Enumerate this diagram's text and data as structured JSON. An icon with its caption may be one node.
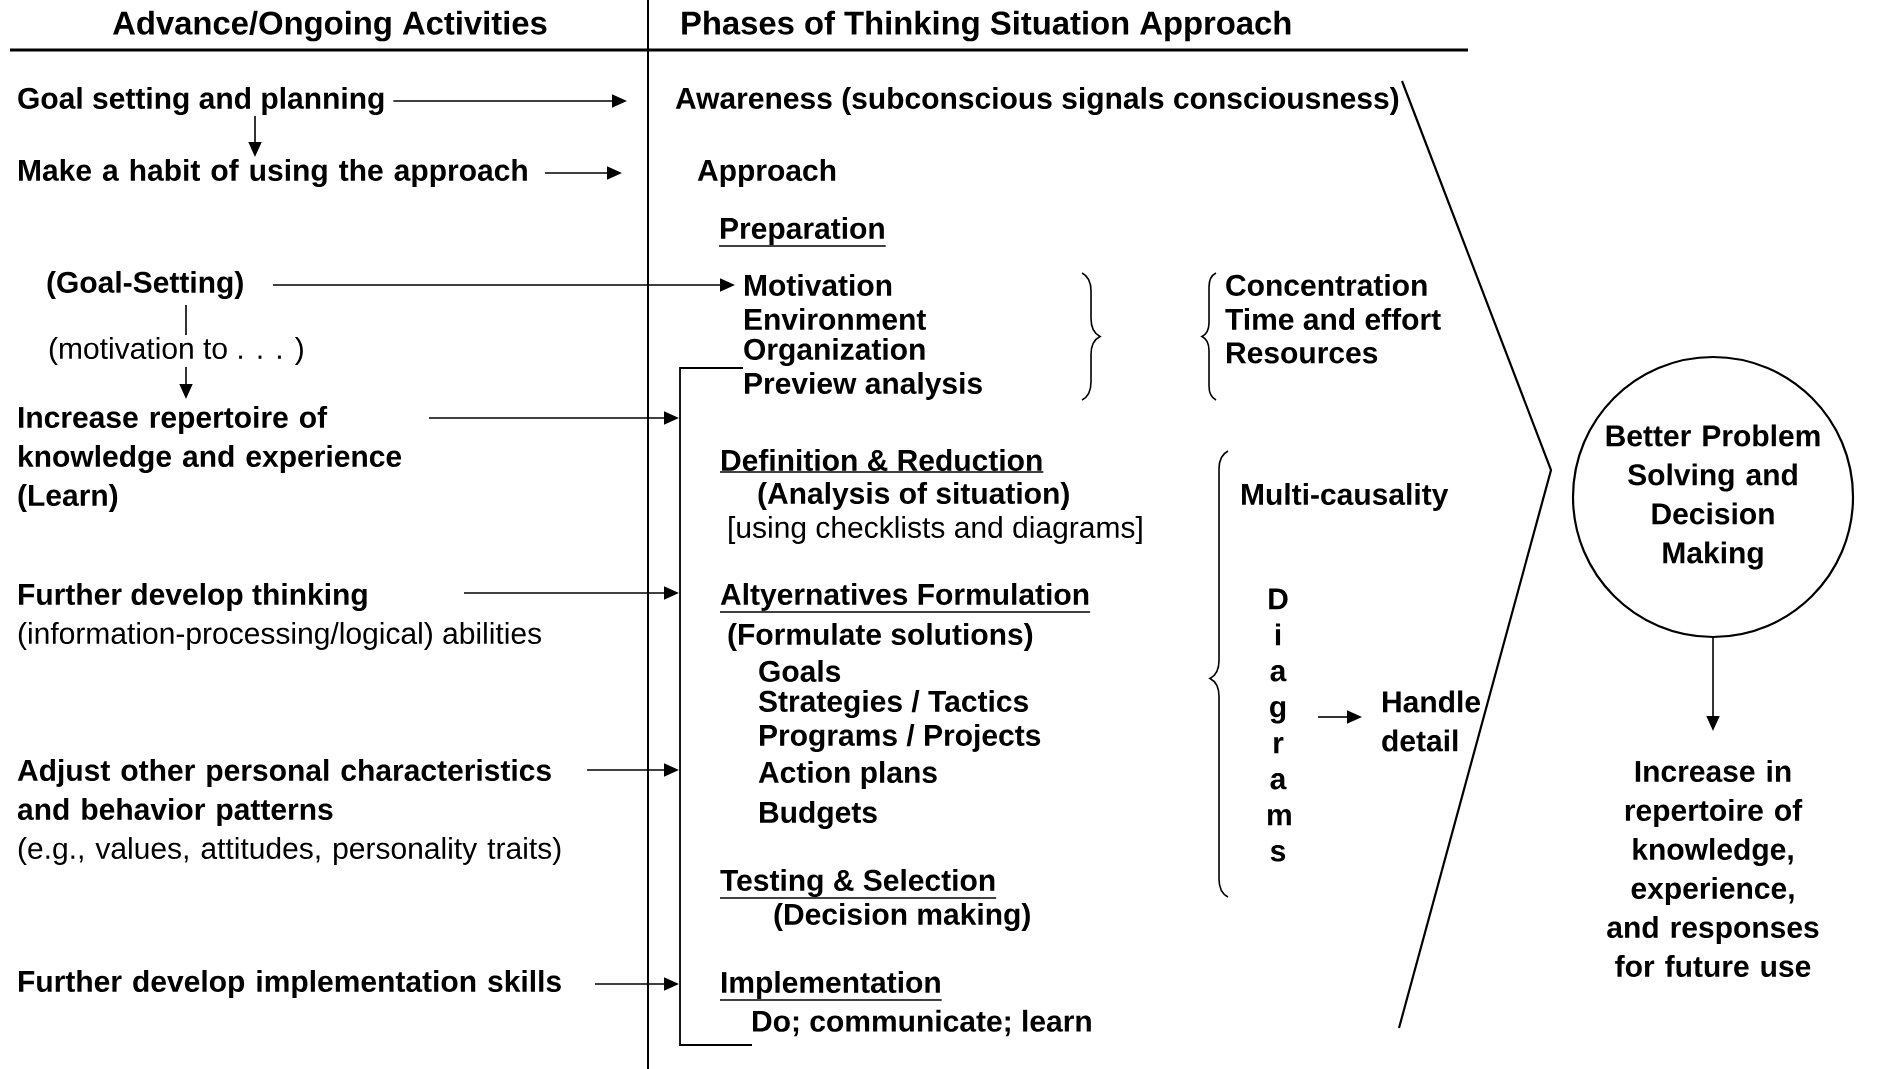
{
  "diagram": {
    "nodes": [
      {
        "text": [
          "Goal setting and planning"
        ]
      },
      {
        "text": [
          "Make a habit of using the approach"
        ]
      },
      {
        "text": [
          "Awareness (subconscious signals consciousness)"
        ]
      },
      {
        "text": [
          "Approach"
        ]
      },
      {
        "text": [
          "(Goal-Setting)"
        ]
      },
      {
        "text": [
          "Motivation"
        ]
      },
      {
        "text": [
          "Increase repertoire of knowledge and experience",
          "(Learn)"
        ]
      },
      {
        "text": [
          "Further develop thinking",
          "(information-processing/logical) abilities"
        ]
      },
      {
        "text": [
          "Adjust other personal characteristics and behavior patterns",
          "(e.g., values, attitudes, personality traits)"
        ]
      },
      {
        "text": [
          "Further develop implementation skills"
        ]
      },
      {
        "text": [],
        "shape": "bar"
      },
      {
        "text": [
          "D i a g r a m s"
        ]
      },
      {
        "text": [
          "Handle detail"
        ]
      },
      {
        "text": [
          "Better Problem Solving and Decision Making"
        ]
      },
      {
        "text": [
          "Increase in repertoire of knowledge, experience, and responses for future use"
        ]
      }
    ],
    "edges": [
      {
        "from": 0,
        "to": 2,
        "arrow": "to"
      },
      {
        "from": 0,
        "to": 1,
        "arrow": "to"
      },
      {
        "from": 1,
        "to": 3,
        "arrow": "to"
      },
      {
        "from": 4,
        "to": 5,
        "arrow": "to"
      },
      {
        "from": 4,
        "to": 6,
        "arrow": "to",
        "label": "(motivation to . . . )"
      },
      {
        "from": 6,
        "to": 10,
        "arrow": "to"
      },
      {
        "from": 7,
        "to": 10,
        "arrow": "to"
      },
      {
        "from": 8,
        "to": 10,
        "arrow": "to"
      },
      {
        "from": 9,
        "to": 10,
        "arrow": "to"
      },
      {
        "from": 11,
        "to": 12,
        "arrow": "to"
      },
      {
        "from": 13,
        "to": 14,
        "arrow": "to"
      }
    ],
    "labels": [
      "Advance/Ongoing Activities",
      "Phases of Thinking Situation Approach",
      "Preparation",
      "Environment",
      "Organization",
      "Preview analysis",
      "Concentration",
      "Time and effort",
      "Resources",
      "Definition & Reduction",
      "(Analysis of situation)",
      "[using checklists and diagrams]",
      "Multi-causality",
      "Altyernatives Formulation",
      "(Formulate solutions)",
      "Goals",
      "Strategies / Tactics",
      "Programs / Projects",
      "Action plans",
      "Budgets",
      "Testing & Selection",
      "(Decision making)",
      "Implementation",
      "Do; communicate; learn"
    ]
  }
}
